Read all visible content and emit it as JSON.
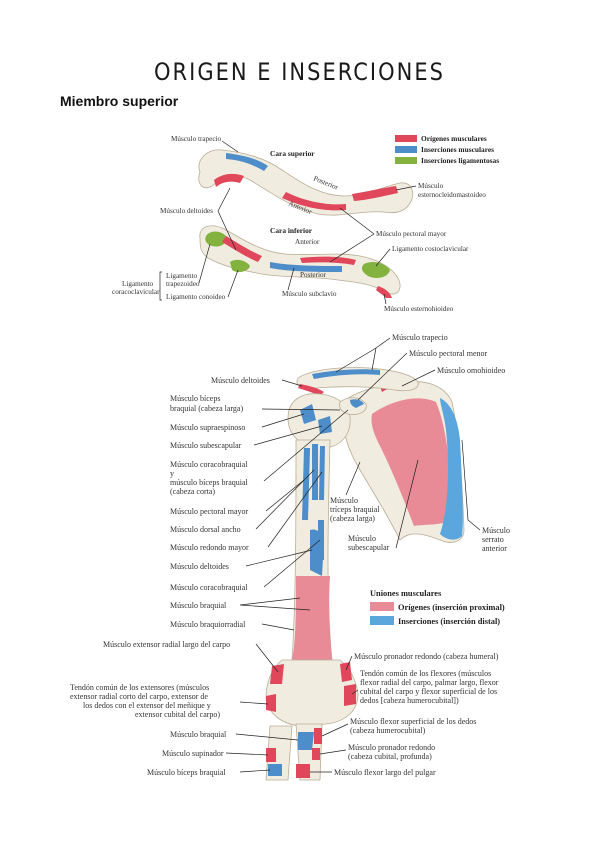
{
  "page": {
    "title": "ORIGEN E INSERCIONES",
    "section": "Miembro superior"
  },
  "colors": {
    "origin": "#e0475a",
    "insertion": "#4d8dc9",
    "ligament": "#83b23f",
    "bone": "#f1ece0",
    "origin_soft": "#e98a97",
    "insertion_soft": "#5aa6dd"
  },
  "clavicle": {
    "legend": {
      "origins": "Orígenes musculares",
      "insertions": "Inserciones musculares",
      "ligaments": "Inserciones ligamentosas"
    },
    "cara_superior": "Cara superior",
    "cara_inferior": "Cara inferior",
    "posterior_top": "Posterior",
    "anterior_top": "Anterior",
    "anterior_bottom": "Anterior",
    "posterior_bottom": "Posterior",
    "labels": {
      "trapecio": "Músculo trapecio",
      "esternocleido_1": "Músculo",
      "esternocleido_2": "esternocleidomastoideo",
      "deltoides": "Músculo deltoides",
      "pectoral_mayor": "Músculo pectoral mayor",
      "costoclavicular": "Ligamento costoclavicular",
      "trapezoideo_1": "Ligamento",
      "trapezoideo_2": "trapezoideo",
      "coracoclavicular_1": "Ligamento",
      "coracoclavicular_2": "coracoclavicular",
      "conoideo": "Ligamento conoideo",
      "subclavio": "Músculo subclavio",
      "esternohioideo": "Músculo esternohioideo"
    }
  },
  "arm": {
    "legend": {
      "title": "Uniones musculares",
      "origins": "Orígenes (inserción proximal)",
      "insertions": "Inserciones (inserción distal)"
    },
    "left_labels": {
      "deltoides_top": "Músculo deltoides",
      "biceps_larga_1": "Músculo bíceps",
      "biceps_larga_2": "braquial (cabeza larga)",
      "supraespinoso": "Músculo supraespinoso",
      "subescapular": "Músculo subescapular",
      "coracobraquial_1": "Músculo coracobraquial",
      "coracobraquial_2": "y",
      "coracobraquial_3": "músculo bíceps braquial",
      "coracobraquial_4": "(cabeza corta)",
      "pectoral_mayor": "Músculo pectoral mayor",
      "dorsal_ancho": "Músculo dorsal ancho",
      "redondo_mayor": "Músculo redondo mayor",
      "deltoides": "Músculo deltoides",
      "coracobraquial": "Músculo coracobraquial",
      "braquial": "Músculo braquial",
      "braquiorradial": "Músculo braquiorradial",
      "extensor_radial": "Músculo extensor radial largo del carpo",
      "extensores_1": "Tendón común de los extensores (músculos",
      "extensores_2": "extensor radial corto del carpo, extensor de",
      "extensores_3": "los dedos con el extensor del meñique y",
      "extensores_4": "extensor cubital del carpo)",
      "braquial_bottom": "Músculo braquial",
      "supinador": "Músculo supinador",
      "biceps_braquial": "Músculo bíceps braquial"
    },
    "right_labels": {
      "trapecio": "Músculo trapecio",
      "pectoral_menor": "Músculo pectoral menor",
      "omohioideo": "Músculo omohioideo",
      "triceps_1": "Músculo",
      "triceps_2": "tríceps braquial",
      "triceps_3": "(cabeza larga)",
      "subescapular_1": "Músculo",
      "subescapular_2": "subescapular",
      "serrato_1": "Músculo",
      "serrato_2": "serrato",
      "serrato_3": "anterior",
      "pronador_humeral": "Músculo pronador redondo (cabeza humeral)",
      "flexores_1": "Tendón común de los flexores (músculos",
      "flexores_2": "flexor radial del carpo, palmar largo, flexor",
      "flexores_3": "cubital del carpo y flexor superficial de los",
      "flexores_4": "dedos [cabeza humerocubital])",
      "flexor_sup_1": "Músculo flexor superficial de los dedos",
      "flexor_sup_2": "(cabeza humerocubital)",
      "pronador_cubital_1": "Músculo pronador redondo",
      "pronador_cubital_2": "(cabeza cubital, profunda)",
      "flexor_pulgar": "Músculo flexor largo del pulgar"
    }
  }
}
